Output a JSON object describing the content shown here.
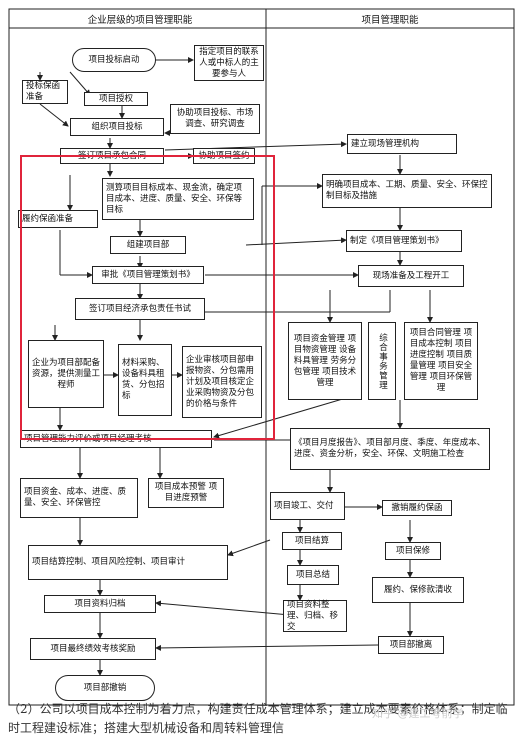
{
  "headers": {
    "left": "企业层级的项目管理职能",
    "right": "项目管理职能"
  },
  "nodes": {
    "n1": "项目投标启动",
    "n2": "指定项目的联系人或中标人的主要参与人",
    "n3": "投标保函准备",
    "n4": "项目授权",
    "n5": "协助项目投标、市场调查、研究调查",
    "n6": "组织项目投标",
    "n7": "签订项目承包合同",
    "n8": "协助项目签约",
    "n9": "测算项目目标成本、现金流，确定项目成本、进度、质量、安全、环保等目标",
    "n10": "履约保函准备",
    "n11": "组建项目部",
    "n12": "审批《项目管理策划书》",
    "n13": "签订项目经济承包责任书试",
    "n14": "企业为项目部配备资源，提供测量工程师",
    "n15": "材料采购、设备料具租赁、分包招标",
    "n16": "企业审核项目部申报物资、分包需用计划及项目核定企业采购物资及分包的价格与条件",
    "n17": "项目管理能力评价或项目经理考核",
    "n18": "项目资金、成本、进度、质量、安全、环保管控",
    "n19": "项目成本预警 项目进度预警",
    "n20": "项目结算控制、项目风险控制、项目审计",
    "n21": "项目资料归档",
    "n22": "项目最终绩效考核奖励",
    "n23": "项目部撤销",
    "r1": "建立现场管理机构",
    "r2": "明确项目成本、工期、质量、安全、环保控制目标及措施",
    "r3": "制定《项目管理策划书》",
    "r4": "现场准备及工程开工",
    "r5": "项目资金管理 项目物资管理 设备料具管理 劳务分包管理 项目技术管理",
    "r6": "综合事务管理",
    "r7": "项目合同管理 项目成本控制 项目进度控制 项目质量管理 项目安全管理 项目环保管理",
    "r8": "《项目月度报告》、项目部月度、季度、年度成本、进度、资金分析，安全、环保、文明施工检查",
    "r9": "项目竣工、交付",
    "r10": "撤销履约保函",
    "r11": "项目结算",
    "r12": "项目保修",
    "r13": "项目总结",
    "r14": "履约、保修款清收",
    "r15": "项目资料整理、归档、移交",
    "r16": "项目部撤离"
  },
  "caption": "（2）公司以项目成本控制为着力点，构建责任成本管理体系；建立成本要素价格体系；制定临时工程建设标准；搭建大型机械设备和周转料管理信",
  "watermark": "知乎 @建工考前学"
}
